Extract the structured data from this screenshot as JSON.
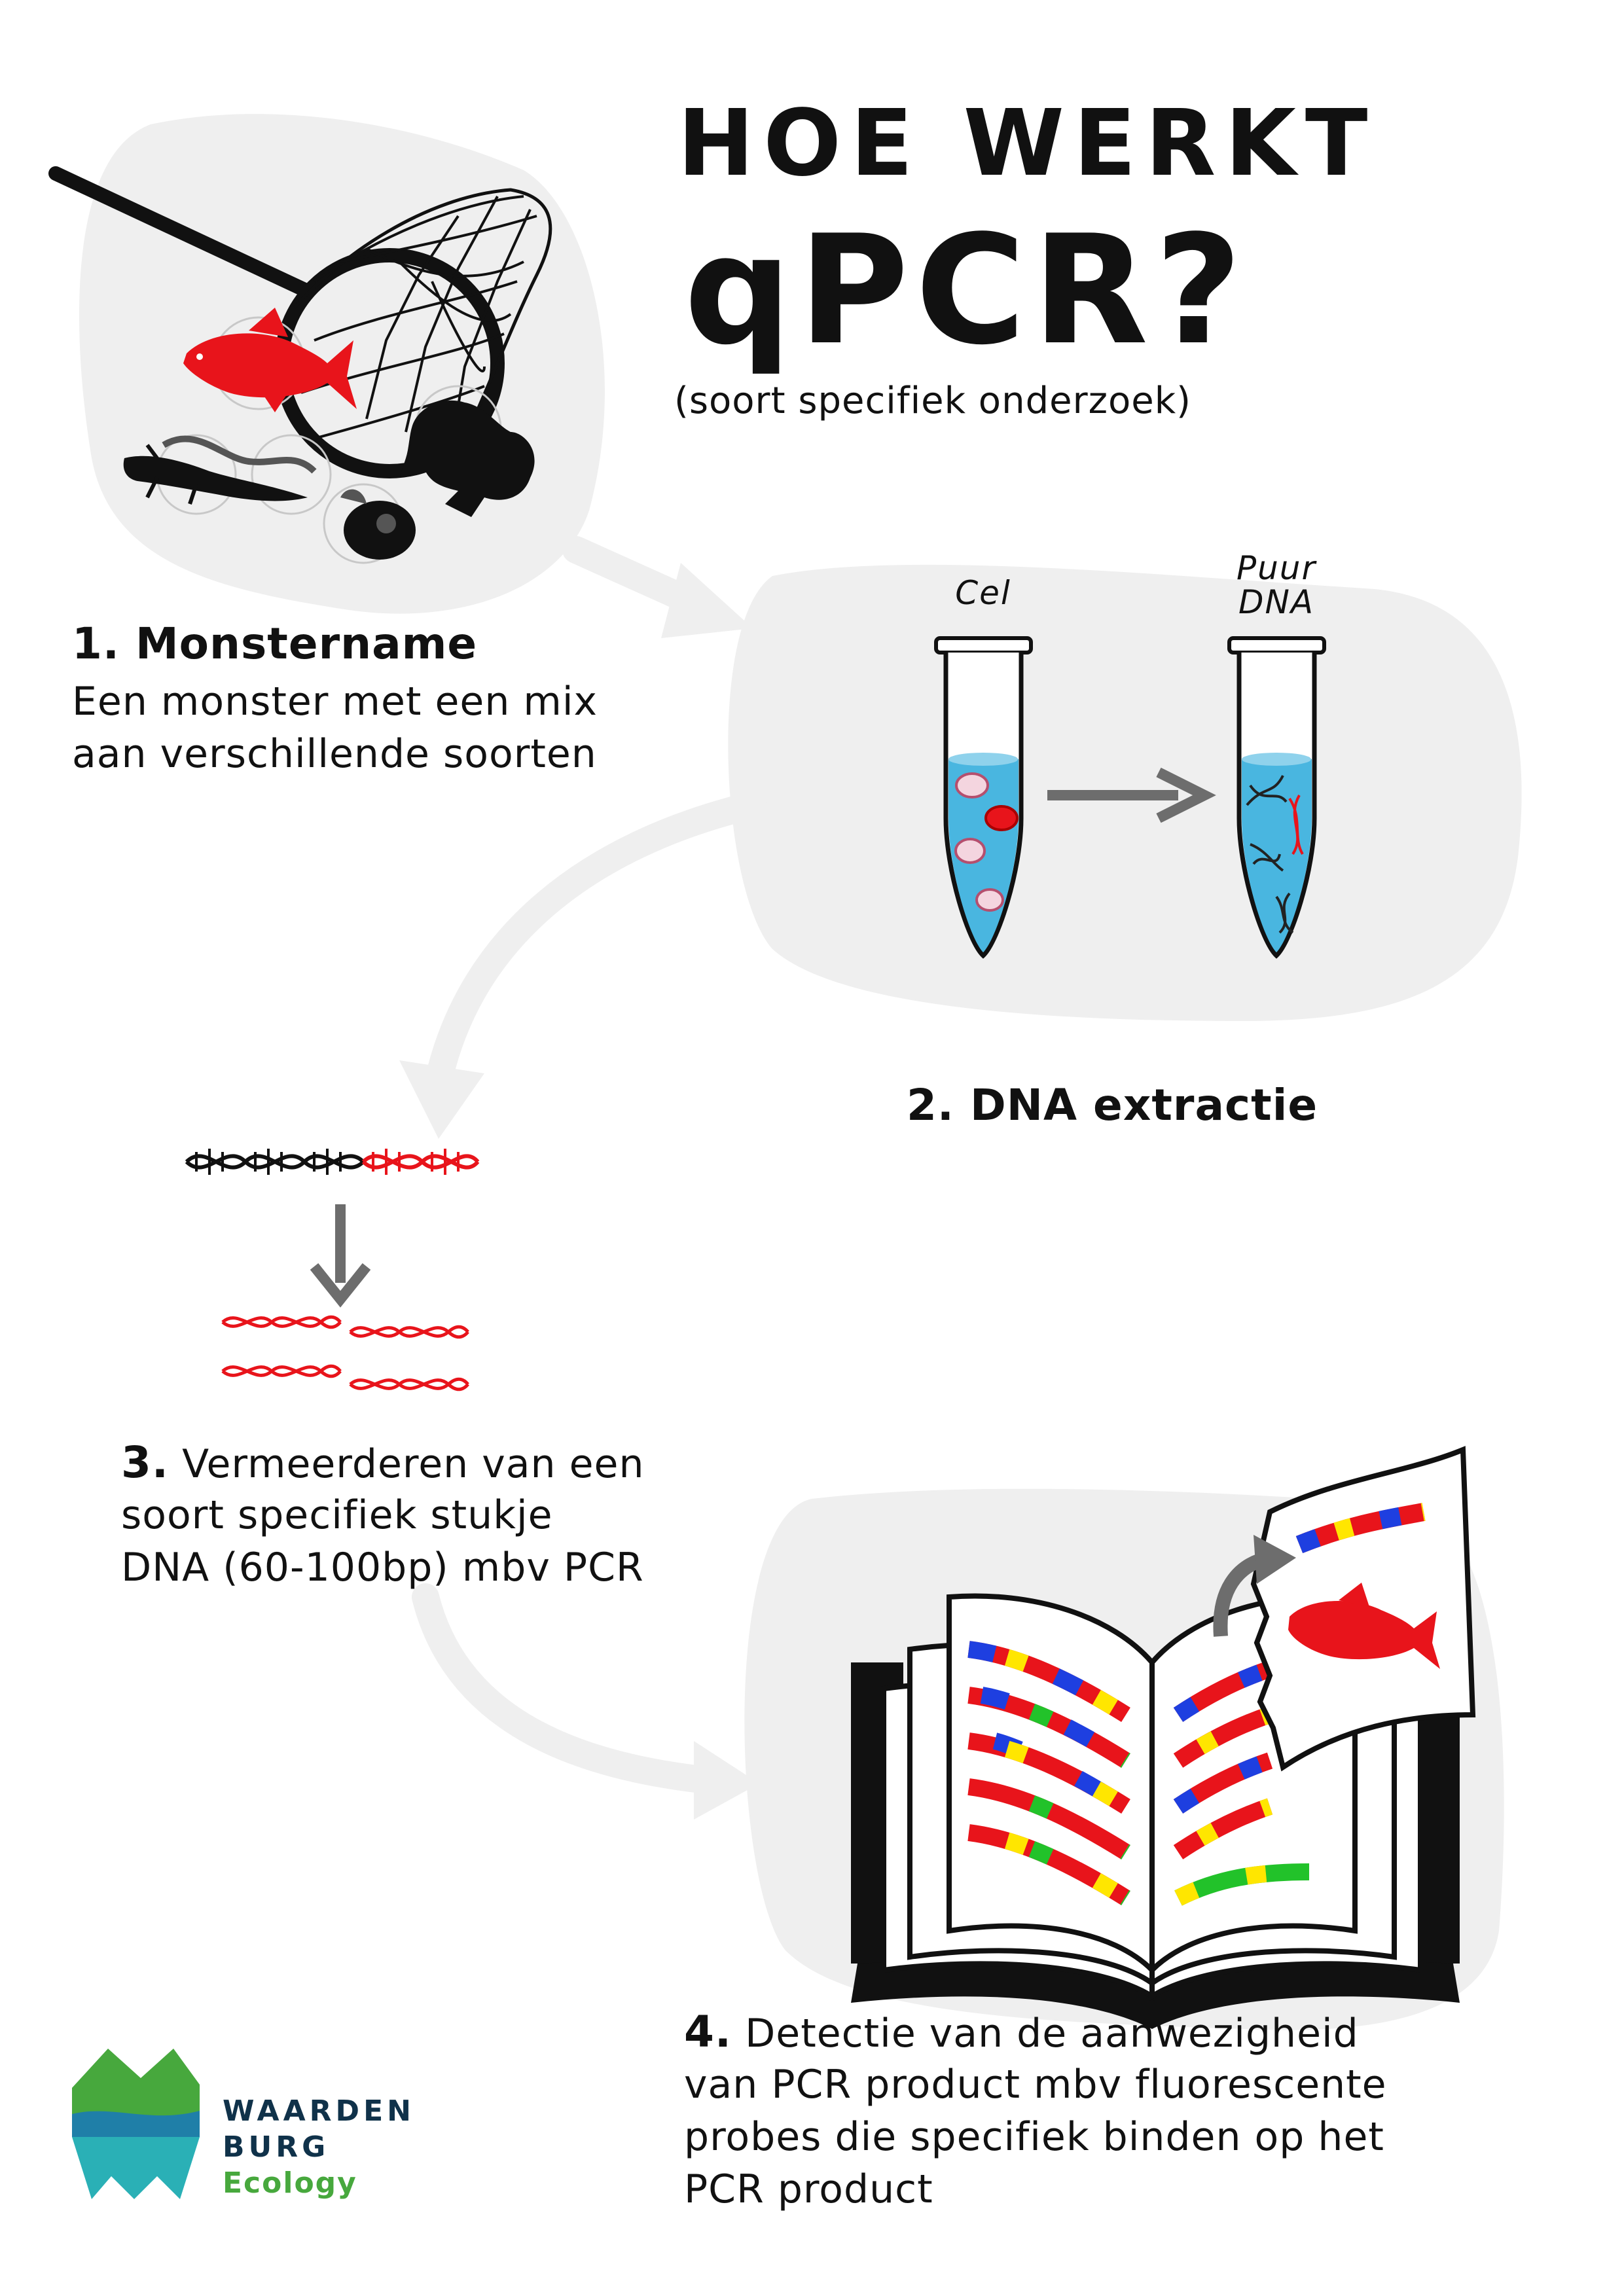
{
  "title": {
    "line1": "HOE WERKT",
    "line2": "qPCR?",
    "subtitle": "(soort specifiek onderzoek)"
  },
  "steps": [
    {
      "heading": "1. Monstername",
      "lines": [
        "Een monster met een mix",
        "aan verschillende soorten"
      ]
    },
    {
      "heading": "2. DNA extractie"
    },
    {
      "number": "3.",
      "lines": [
        "Vermeerderen van een",
        "soort specifiek stukje",
        "DNA (60-100bp) mbv PCR"
      ],
      "first_line": "Vermeerderen van een"
    },
    {
      "number": "4.",
      "first_line": "Detectie van de aanwezigheid",
      "lines": [
        "Detectie van de aanwezigheid",
        "van PCR product mbv fluorescente",
        "probes die specifiek binden op het",
        "PCR product"
      ]
    }
  ],
  "tubes": {
    "left_label": "Cel",
    "right_label_line1": "Puur",
    "right_label_line2": "DNA"
  },
  "logo": {
    "line1": "WAARDEN",
    "line2": "BURG",
    "line3": "Ecology"
  },
  "icons": [
    "net-icon",
    "fish-icon",
    "frog-icon",
    "newt-icon",
    "snail-icon",
    "test-tube-icon",
    "dna-icon",
    "book-icon",
    "arrow-icon",
    "logo-icon"
  ],
  "colors": {
    "blob": "#efefef",
    "accent_red": "#e8141b",
    "liquid_blue": "#49b6e0",
    "arrow_gray": "#6d6d6d",
    "logo_green": "#47a83d",
    "logo_navy": "#10324a",
    "logo_teal": "#2ab0b6"
  }
}
